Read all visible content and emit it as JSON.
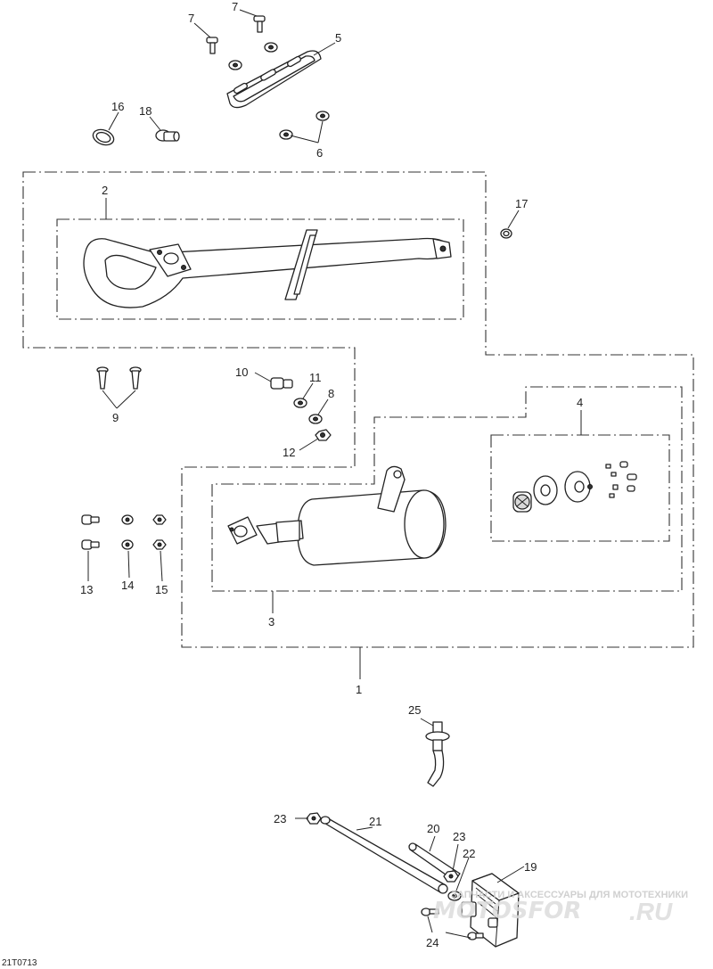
{
  "drawing_number": "21T0713",
  "callouts": {
    "c1": "1",
    "c2": "2",
    "c3": "3",
    "c4": "4",
    "c5": "5",
    "c6": "6",
    "c7a": "7",
    "c7b": "7",
    "c8": "8",
    "c9": "9",
    "c10": "10",
    "c11": "11",
    "c12": "12",
    "c13": "13",
    "c14": "14",
    "c15": "15",
    "c16": "16",
    "c17": "17",
    "c18": "18",
    "c19": "19",
    "c20": "20",
    "c21": "21",
    "c22": "22",
    "c23a": "23",
    "c23b": "23",
    "c24": "24",
    "c25": "25"
  },
  "watermark": {
    "tagline": "ЗАПЧАСТИ И АКСЕССУАРЫ ДЛЯ МОТОТЕХНИКИ",
    "domain": ".RU",
    "color": "#d8d8d8"
  }
}
